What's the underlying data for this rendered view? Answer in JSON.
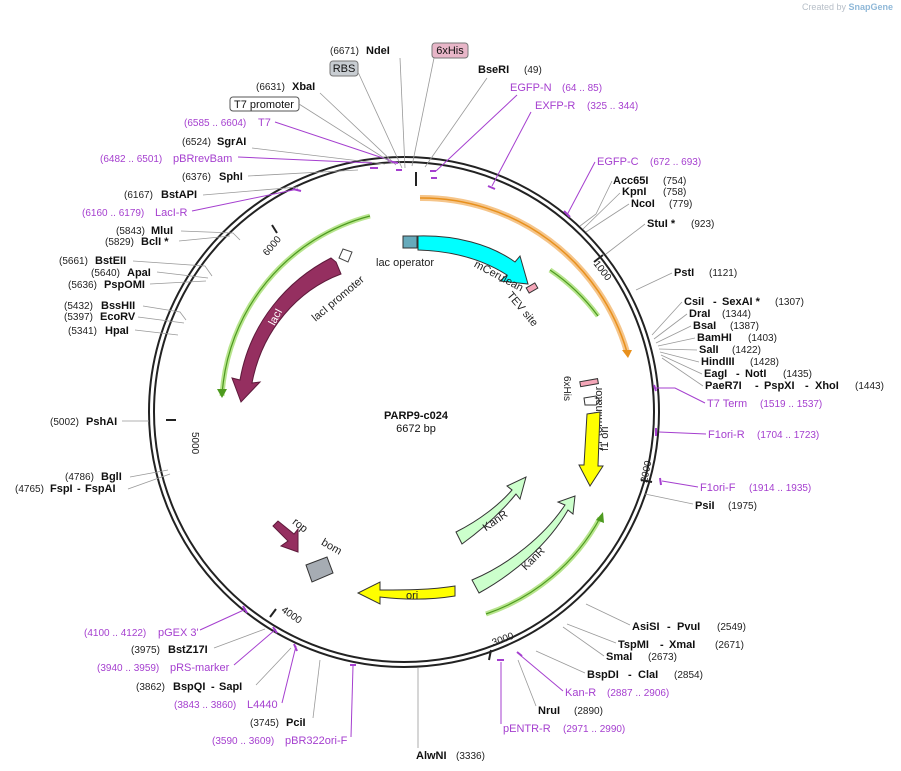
{
  "watermark": {
    "prefix": "Created by",
    "brand": "SnapGene"
  },
  "plasmid": {
    "name": "PARP9-c024",
    "length_label": "6672 bp"
  },
  "ticks": [
    "1000",
    "2000",
    "3000",
    "4000",
    "5000",
    "6000"
  ],
  "features": {
    "laci_promoter": "lacI promoter",
    "laci": "lacI",
    "lac_operator": "lac operator",
    "mcerulean": "mCerulean",
    "tev_site": "TEV site",
    "his_tag": "6xHis",
    "t7_terminator": "T7 terminator",
    "f1_ori": "f1 ori",
    "kanr_1": "KanR",
    "kanr_2": "KanR",
    "ori": "ori",
    "rop": "rop",
    "bom": "bom"
  },
  "sites": {
    "ndei": {
      "pos": "(6671)",
      "name": "NdeI"
    },
    "xbai": {
      "pos": "(6631)",
      "name": "XbaI"
    },
    "sgrai": {
      "pos": "(6524)",
      "name": "SgrAI"
    },
    "sphi": {
      "pos": "(6376)",
      "name": "SphI"
    },
    "bstapi": {
      "pos": "(6167)",
      "name": "BstAPI"
    },
    "mlui": {
      "pos": "(5843)",
      "name": "MluI"
    },
    "bcli": {
      "pos": "(5829)",
      "name": "BclI *"
    },
    "bsteii": {
      "pos": "(5661)",
      "name": "BstEII"
    },
    "apai": {
      "pos": "(5640)",
      "name": "ApaI"
    },
    "pspomi": {
      "pos": "(5636)",
      "name": "PspOMI"
    },
    "bsshii": {
      "pos": "(5432)",
      "name": "BssHII"
    },
    "ecorv": {
      "pos": "(5397)",
      "name": "EcoRV"
    },
    "hpai": {
      "pos": "(5341)",
      "name": "HpaI"
    },
    "pshai": {
      "pos": "(5002)",
      "name": "PshAI"
    },
    "bgli": {
      "pos": "(4786)",
      "name": "BglI"
    },
    "fspi": {
      "pos": "(4765)",
      "name": "FspI",
      "name2": "FspAI"
    },
    "bstz17i": {
      "pos": "(3975)",
      "name": "BstZ17I"
    },
    "bspqi": {
      "pos": "(3862)",
      "name": "BspQI",
      "name2": "SapI"
    },
    "pcii": {
      "pos": "(3745)",
      "name": "PciI"
    },
    "alwni": {
      "name": "AlwNI",
      "pos": "(3336)"
    },
    "ecori": {
      "name": "BseRI",
      "pos": "(49)"
    },
    "acc65i": {
      "name": "Acc65I",
      "pos": "(754)"
    },
    "kpni": {
      "name": "KpnI",
      "pos": "(758)"
    },
    "ncoi": {
      "name": "NcoI",
      "pos": "(779)"
    },
    "stui": {
      "name": "StuI *",
      "pos": "(923)"
    },
    "psti": {
      "name": "PstI",
      "pos": "(1121)"
    },
    "csii": {
      "name": "CsiI",
      "name2": "SexAI *",
      "pos": "(1307)"
    },
    "drai": {
      "name": "DraI",
      "pos": "(1344)"
    },
    "bsai": {
      "name": "BsaI",
      "pos": "(1387)"
    },
    "bamhi": {
      "name": "BamHI",
      "pos": "(1403)"
    },
    "sali": {
      "name": "SalI",
      "pos": "(1422)"
    },
    "hindiii": {
      "name": "HindIII",
      "pos": "(1428)"
    },
    "eagi": {
      "name": "EagI",
      "name2": "NotI",
      "pos": "(1435)"
    },
    "paer7i": {
      "name": "PaeR7I",
      "name2": "PspXI",
      "name3": "XhoI",
      "pos": "(1443)"
    },
    "psii": {
      "name": "PsiI",
      "pos": "(1975)"
    },
    "asisi": {
      "name": "AsiSI",
      "name2": "PvuI",
      "pos": "(2549)"
    },
    "tspmi": {
      "name": "TspMI",
      "name2": "XmaI",
      "pos": "(2671)"
    },
    "smai": {
      "name": "SmaI",
      "pos": "(2673)"
    },
    "bspdi": {
      "name": "BspDI",
      "name2": "ClaI",
      "pos": "(2854)"
    },
    "nrui": {
      "name": "NruI",
      "pos": "(2890)"
    }
  },
  "primers": {
    "t7": {
      "range": "(6585 .. 6604)",
      "name": "T7"
    },
    "pbrrevbam": {
      "range": "(6482 .. 6501)",
      "name": "pBRrevBam"
    },
    "laci_r": {
      "range": "(6160 .. 6179)",
      "name": "LacI-R"
    },
    "pgex3": {
      "range": "(4100 .. 4122)",
      "name": "pGEX 3'"
    },
    "prs_marker": {
      "range": "(3940 .. 3959)",
      "name": "pRS-marker"
    },
    "l4440": {
      "range": "(3843 .. 3860)",
      "name": "L4440"
    },
    "pbr322ori_f": {
      "range": "(3590 .. 3609)",
      "name": "pBR322ori-F"
    },
    "egfp_n": {
      "name": "EGFP-N",
      "range": "(64 .. 85)"
    },
    "exfp_r": {
      "name": "EXFP-R",
      "range": "(325 .. 344)"
    },
    "egfp_c": {
      "name": "EGFP-C",
      "range": "(672 .. 693)"
    },
    "t7_term": {
      "name": "T7 Term",
      "range": "(1519 .. 1537)"
    },
    "f1ori_r": {
      "name": "F1ori-R",
      "range": "(1704 .. 1723)"
    },
    "f1ori_f": {
      "name": "F1ori-F",
      "range": "(1914 .. 1935)"
    },
    "kan_r": {
      "name": "Kan-R",
      "range": "(2887 .. 2906)"
    },
    "pentr_r": {
      "name": "pENTR-R",
      "range": "(2971 .. 2990)"
    }
  },
  "boxed_labels": {
    "rbs": "RBS",
    "his": "6xHis",
    "t7_promoter": "T7 promoter"
  },
  "colors": {
    "laci": "#952f60",
    "mcerulean": "#00ffff",
    "kanr": "#ccffcc",
    "ori": "#ffff00",
    "rop": "#952f60",
    "bom": "#a6acb3",
    "orf_arc": "#f5c58a",
    "orf_green": "#8fd14f",
    "primer": "#9933cc",
    "site_line": "#999999"
  }
}
